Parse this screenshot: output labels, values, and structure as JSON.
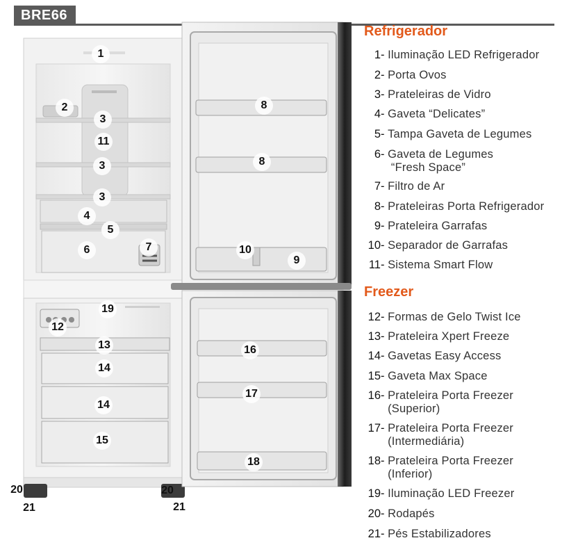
{
  "model": "BRE66",
  "refrigerator": {
    "title": "Refrigerador",
    "items": [
      {
        "num": "1",
        "label": "Iluminação LED Refrigerador"
      },
      {
        "num": "2",
        "label": "Porta Ovos"
      },
      {
        "num": "3",
        "label": "Prateleiras de Vidro"
      },
      {
        "num": "4",
        "label": "Gaveta “Delicates”"
      },
      {
        "num": "5",
        "label": "Tampa Gaveta de Legumes"
      },
      {
        "num": "6",
        "label": "Gaveta de Legumes",
        "label2": "“Fresh Space”"
      },
      {
        "num": "7",
        "label": "Filtro de Ar"
      },
      {
        "num": "8",
        "label": "Prateleiras Porta Refrigerador"
      },
      {
        "num": "9",
        "label": "Prateleira Garrafas"
      },
      {
        "num": "10",
        "label": "Separador de Garrafas"
      },
      {
        "num": "11",
        "label": "Sistema Smart Flow"
      }
    ]
  },
  "freezer": {
    "title": "Freezer",
    "items": [
      {
        "num": "12",
        "label": "Formas de Gelo Twist Ice"
      },
      {
        "num": "13",
        "label": "Prateleira Xpert Freeze"
      },
      {
        "num": "14",
        "label": "Gavetas Easy Access"
      },
      {
        "num": "15",
        "label": "Gaveta Max Space"
      },
      {
        "num": "16",
        "label": "Prateleira Porta Freezer",
        "label2": "(Superior)"
      },
      {
        "num": "17",
        "label": "Prateleira Porta Freezer",
        "label2": "(Intermediária)"
      },
      {
        "num": "18",
        "label": "Prateleira Porta Freezer",
        "label2": "(Inferior)"
      },
      {
        "num": "19",
        "label": "Iluminação LED Freezer"
      },
      {
        "num": "20",
        "label": "Rodapés"
      },
      {
        "num": "21",
        "label": "Pés Estabilizadores"
      }
    ]
  },
  "callouts": {
    "c1": "1",
    "c2": "2",
    "c3a": "3",
    "c3b": "3",
    "c3c": "3",
    "c4": "4",
    "c5": "5",
    "c6": "6",
    "c7": "7",
    "c8a": "8",
    "c8b": "8",
    "c9": "9",
    "c10": "10",
    "c11": "11",
    "c12": "12",
    "c13": "13",
    "c14a": "14",
    "c14b": "14",
    "c15": "15",
    "c16": "16",
    "c17": "17",
    "c18": "18",
    "c19": "19",
    "c20a": "20",
    "c20b": "20",
    "c21a": "21",
    "c21b": "21"
  },
  "colors": {
    "accent": "#e25a1c",
    "tag": "#5a5a5a",
    "door": "#2b2b2b"
  }
}
